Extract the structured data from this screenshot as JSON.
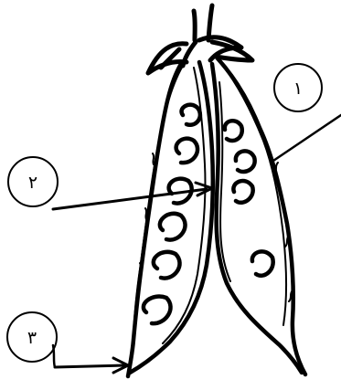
{
  "labels": {
    "one": "١",
    "two": "٢",
    "three": "٣"
  }
}
